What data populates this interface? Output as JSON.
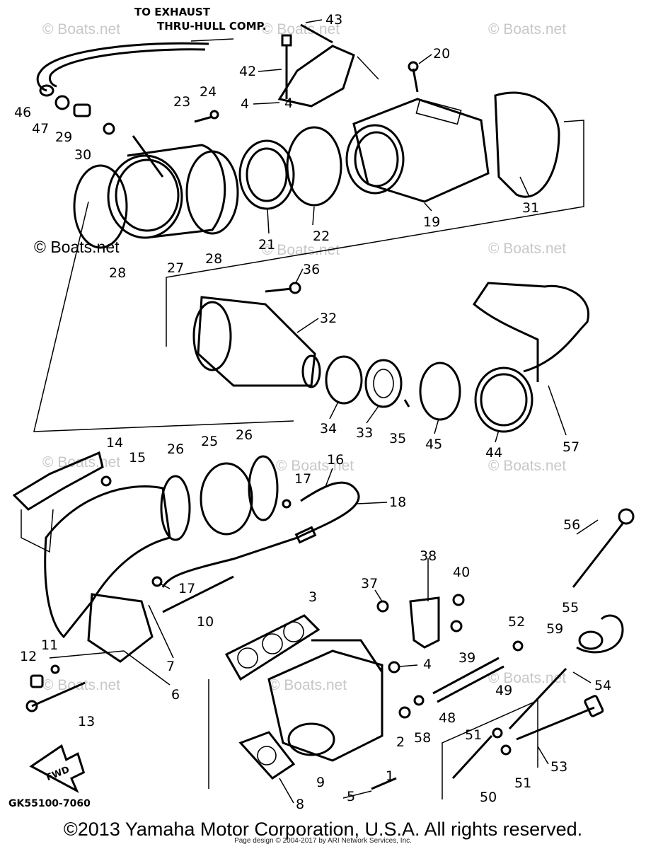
{
  "header_note": {
    "line1": "TO EXHAUST",
    "line2": "THRU-HULL COMP."
  },
  "watermark": "© Boats.net",
  "drawing_code": "GK55100-7060",
  "fwd_label": "FWD",
  "parts": {
    "p1": "1",
    "p2": "2",
    "p3": "3",
    "p4a": "4",
    "p4b": "4",
    "p5": "5",
    "p6": "6",
    "p7": "7",
    "p8": "8",
    "p9": "9",
    "p10": "10",
    "p11": "11",
    "p12": "12",
    "p13": "13",
    "p14": "14",
    "p15": "15",
    "p16": "16",
    "p17a": "17",
    "p17b": "17",
    "p18": "18",
    "p19": "19",
    "p20": "20",
    "p21": "21",
    "p22": "22",
    "p23": "23",
    "p24": "24",
    "p25": "25",
    "p26a": "26",
    "p26b": "26",
    "p27": "27",
    "p28a": "28",
    "p28b": "28",
    "p29": "29",
    "p30": "30",
    "p31": "31",
    "p32": "32",
    "p33": "33",
    "p34": "34",
    "p35": "35",
    "p36": "36",
    "p37": "37",
    "p38": "38",
    "p39": "39",
    "p40": "40",
    "p42": "42",
    "p43": "43",
    "p44": "44",
    "p45": "45",
    "p46": "46",
    "p47": "47",
    "p48": "48",
    "p49": "49",
    "p50": "50",
    "p51a": "51",
    "p51b": "51",
    "p52": "52",
    "p53": "53",
    "p54": "54",
    "p55": "55",
    "p56": "56",
    "p57": "57",
    "p58": "58",
    "p59": "59"
  },
  "copyright": "©2013 Yamaha Motor Corporation, U.S.A. All rights reserved.",
  "credit": "Page design © 2004-2017 by ARI Network Services, Inc."
}
